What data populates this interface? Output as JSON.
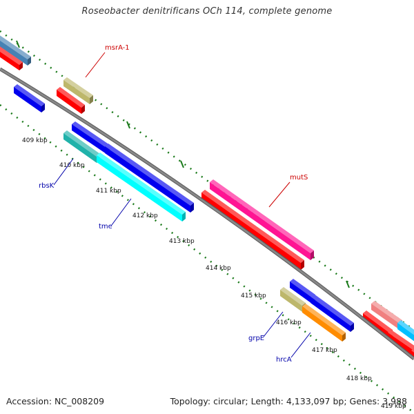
{
  "title": "Roseobacter denitrificans OCh 114, complete genome",
  "footer": {
    "accession": "Accession: NC_008209",
    "topology": "Topology: circular; Length: 4,133,097 bp; Genes: 3,988"
  },
  "ruler": {
    "tick_labels": [
      "409 kbp",
      "410 kbp",
      "411 kbp",
      "412 kbp",
      "413 kbp",
      "414 kbp",
      "415 kbp",
      "416 kbp",
      "417 kbp",
      "418 kbp",
      "419 kbp"
    ],
    "tick_color": "#1a7a1a"
  },
  "backbone": {
    "color": "#888888"
  },
  "gene_labels": [
    {
      "text": "msrA-1",
      "color": "#cc0000"
    },
    {
      "text": "mutS",
      "color": "#cc0000"
    },
    {
      "text": "rbsK",
      "color": "#0000aa"
    },
    {
      "text": "tme",
      "color": "#0000aa"
    },
    {
      "text": "grpE",
      "color": "#0000aa"
    },
    {
      "text": "hrcA",
      "color": "#0000aa"
    }
  ],
  "feature_colors": {
    "red": "#ff0000",
    "blue": "#0000ee",
    "khaki": "#bdb76b",
    "teal": "#20b2aa",
    "cyan": "#00ffff",
    "magenta": "#ff1493",
    "orange": "#ff8c00",
    "steelblue": "#4682b4",
    "pink": "#f08080",
    "deepskyblue": "#00bfff"
  }
}
